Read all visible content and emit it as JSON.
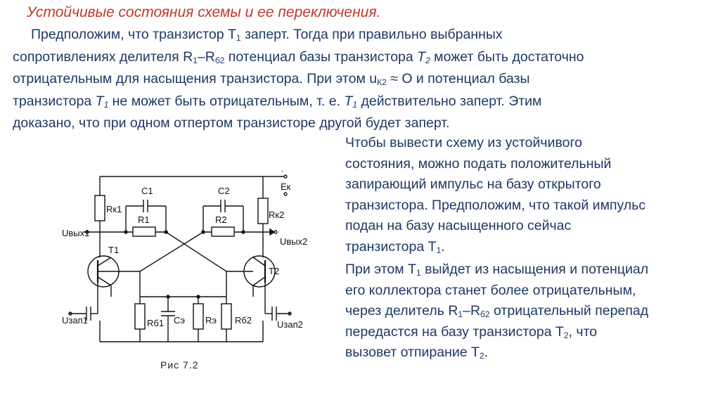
{
  "title": "Устойчивые состояния схемы и ее переключения.",
  "intro": {
    "l1_a": "Предположим, что транзистор Т",
    "l1_sub": "1",
    "l1_b": " заперт. Тогда при правильно выбранных",
    "l2_a": "сопротивлениях делителя R",
    "l2_sub1": "1",
    "l2_b": "–R",
    "l2_sub2": "б2",
    "l2_c": " потенциал базы транзистора ",
    "l2_t": "T",
    "l2_sub3": "2",
    "l2_d": " может быть достаточно",
    "l3_a": "отрицательным для насыщения транзистора. При этом u",
    "l3_sub": "К2",
    "l3_b": " ≈ О и потенциал базы",
    "l4_a": "транзистора ",
    "l4_t": "T",
    "l4_sub": "1",
    "l4_b": " не может быть отрицательным, т. е. ",
    "l4_t2": "T",
    "l4_sub2": "1",
    "l4_c": " действительно заперт. Этим",
    "l5": "доказано, что при одном отпертом транзисторе другой будет заперт."
  },
  "right": {
    "r1": "Чтобы вывести схему из устойчивого",
    "r2": "состояния, можно подать положительный",
    "r3": "запирающий импульс на базу открытого",
    "r4": "транзистора. Предположим, что такой импульс",
    "r5": "подан на базу насыщенного сейчас",
    "r6_a": "транзистора Т",
    "r6_sub": "1",
    "r6_b": ".",
    "r7_a": "При этом Т",
    "r7_sub": "1",
    "r7_b": " выйдет из насыщения и потенциал",
    "r8": "его коллектора станет более отрицательным,",
    "r9_a": "через делитель R",
    "r9_sub1": "1",
    "r9_b": "–R",
    "r9_sub2": "б2",
    "r9_c": " отрицательный перепад",
    "r10_a": "передастся на базу транзистора Т",
    "r10_sub": "2",
    "r10_b": ", что",
    "r11_a": "вызовет отпирание Т",
    "r11_sub": "2",
    "r11_b": "."
  },
  "circuit": {
    "ek": "Ек",
    "minus": "-",
    "rk1": "Rк1",
    "rk2": "Rк2",
    "c1": "C1",
    "c2": "C2",
    "r1": "R1",
    "r2": "R2",
    "t1": "T1",
    "t2": "T2",
    "uvyx1": "Uвых1",
    "uvyx2": "Uвых2",
    "uzap1": "Uзап1",
    "uzap2": "Uзап2",
    "rb1": "Rб1",
    "rb2": "Rб2",
    "ce": "Cэ",
    "re": "Rэ"
  },
  "caption": "Рис 7.2"
}
